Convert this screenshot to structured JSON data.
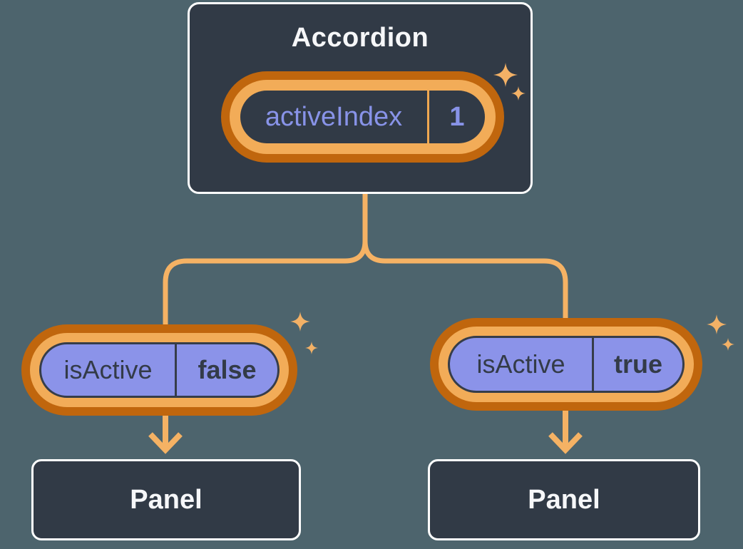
{
  "diagram": {
    "root": {
      "title": "Accordion",
      "state_name": "activeIndex",
      "state_value": "1"
    },
    "children": [
      {
        "prop_name": "isActive",
        "prop_value": "false",
        "panel_label": "Panel"
      },
      {
        "prop_name": "isActive",
        "prop_value": "true",
        "panel_label": "Panel"
      }
    ]
  },
  "icons": {
    "sparkle": "four-point-star"
  },
  "colors": {
    "background": "#4D646D",
    "card_fill": "#313A46",
    "card_border": "#FFFFFF",
    "light_text": "#F6F7F9",
    "purple_fill": "#8B93E9",
    "purple_text": "#8893E8",
    "dark_text_on_purple": "#333B48",
    "ring_dark_orange": "#C0660D",
    "ring_light_orange": "#F2AC58",
    "connector_orange": "#F5B264",
    "sparkle_orange": "#F3B166"
  }
}
